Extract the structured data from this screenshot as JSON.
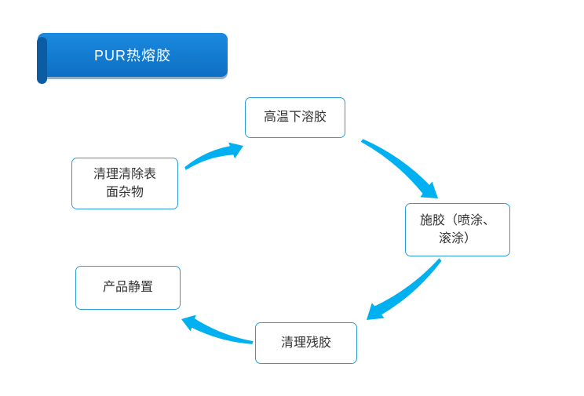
{
  "title": {
    "label": "PUR热熔胶"
  },
  "nodes": [
    {
      "id": "melt",
      "label": "高温下溶胶"
    },
    {
      "id": "apply",
      "label": "施胶（喷涂、\n滚涂）"
    },
    {
      "id": "clean_residue",
      "label": "清理残胶"
    },
    {
      "id": "product_rest",
      "label": "产品静置"
    },
    {
      "id": "clean_surface",
      "label": "清理清除表\n面杂物"
    }
  ],
  "edges": [
    {
      "from": "clean_surface",
      "to": "melt"
    },
    {
      "from": "melt",
      "to": "apply"
    },
    {
      "from": "apply",
      "to": "clean_residue"
    },
    {
      "from": "clean_residue",
      "to": "product_rest"
    }
  ],
  "colors": {
    "background": "#ffffff",
    "banner_top": "#1a8ae0",
    "banner_bottom": "#0e6fc1",
    "banner_edge": "#0c5ca3",
    "node_border": "#2e9bd5",
    "node_text": "#333333",
    "arrow": "#00b0f0"
  }
}
